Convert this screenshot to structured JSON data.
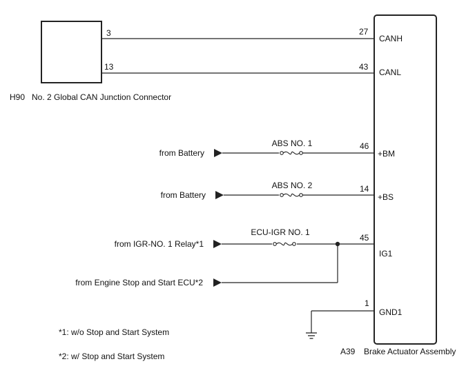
{
  "connector_h90": {
    "code": "H90",
    "name": "No. 2 Global CAN Junction Connector",
    "pins": [
      "3",
      "13"
    ]
  },
  "actuator_a39": {
    "code": "A39",
    "name": "Brake Actuator Assembly",
    "terminals": [
      {
        "pin": "27",
        "name": "CANH"
      },
      {
        "pin": "43",
        "name": "CANL"
      },
      {
        "pin": "46",
        "name": "+BM"
      },
      {
        "pin": "14",
        "name": "+BS"
      },
      {
        "pin": "45",
        "name": "IG1"
      },
      {
        "pin": "1",
        "name": "GND1"
      }
    ]
  },
  "fuses": [
    "ABS NO. 1",
    "ABS NO. 2",
    "ECU-IGR NO. 1"
  ],
  "sources": [
    "from Battery",
    "from Battery",
    "from IGR-NO. 1 Relay*1",
    "from Engine Stop and Start ECU*2"
  ],
  "notes": [
    "*1: w/o Stop and Start System",
    "*2: w/ Stop and Start System"
  ],
  "colors": {
    "line": "#222222",
    "background": "#ffffff"
  },
  "icons": [
    "arrow-icon",
    "fuse-icon",
    "ground-icon",
    "junction-dot-icon"
  ]
}
